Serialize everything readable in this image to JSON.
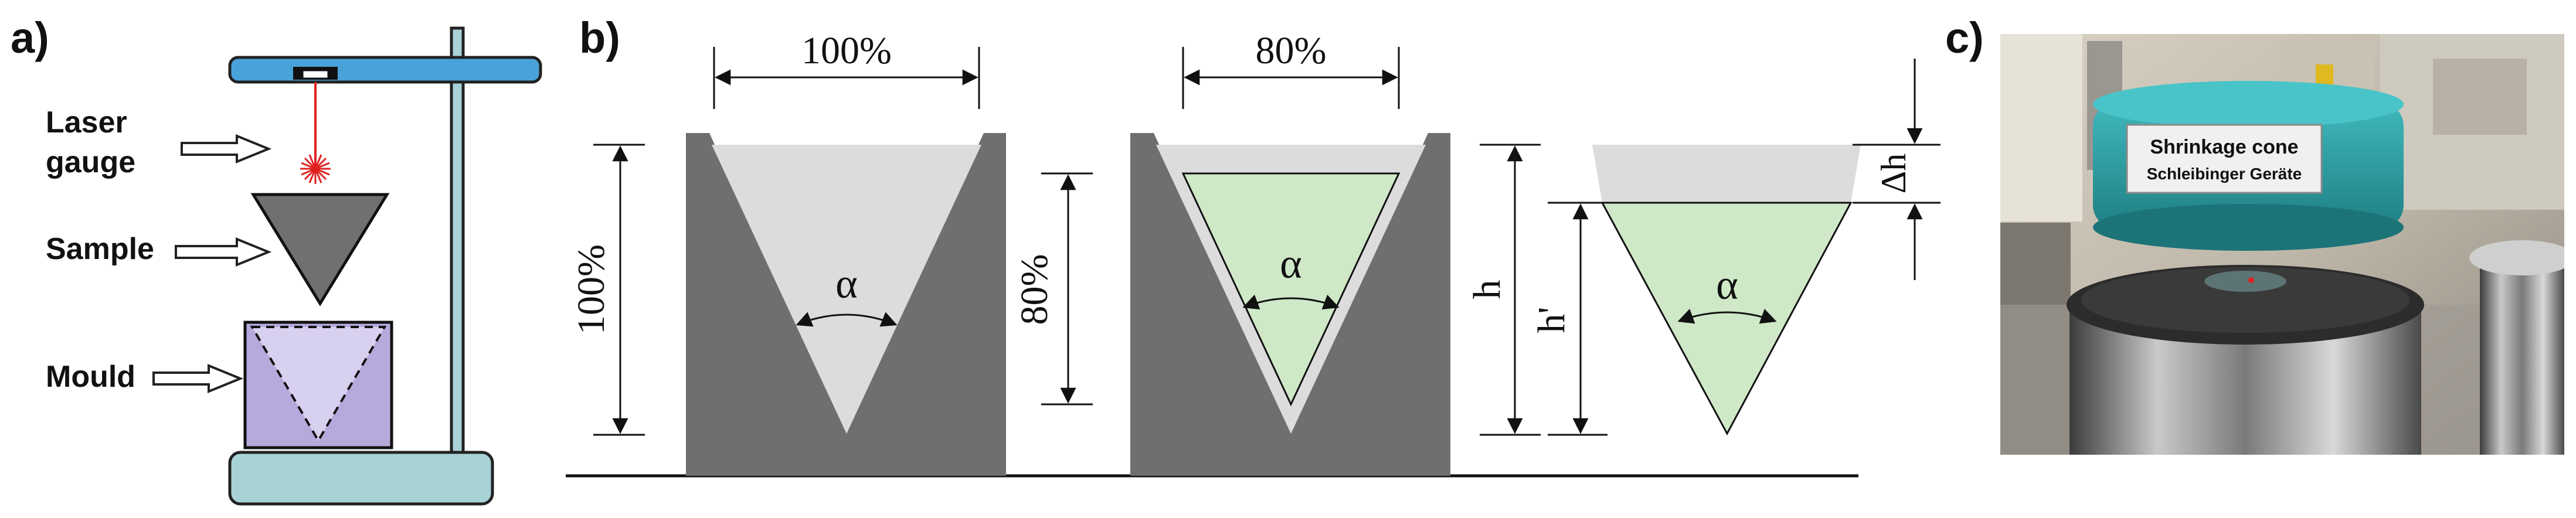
{
  "panels": {
    "a": {
      "label": "a)",
      "laser_label_line1": "Laser",
      "laser_label_line2": "gauge",
      "sample_label": "Sample",
      "mould_label": "Mould"
    },
    "b": {
      "label": "b)",
      "width_full": "100%",
      "width_reduced": "80%",
      "height_full": "100%",
      "height_reduced": "80%",
      "angle_symbol": "α",
      "height_h": "h",
      "height_h_prime": "h'",
      "delta_h": "Δh"
    },
    "c": {
      "label": "c)",
      "device_line1": "Shrinkage cone",
      "device_line2": "Schleibinger Geräte"
    }
  },
  "colors": {
    "mould_fill": "#6f6f6f",
    "cone_gray": "#dcdcdc",
    "cone_green": "#cfe8c7",
    "stand_blue": "#4aa3d8",
    "base_teal": "#a8d3d6",
    "mould_purple": "#b7a9dc",
    "laser_red": "#e02020",
    "device_teal": "#2a9ea3"
  }
}
